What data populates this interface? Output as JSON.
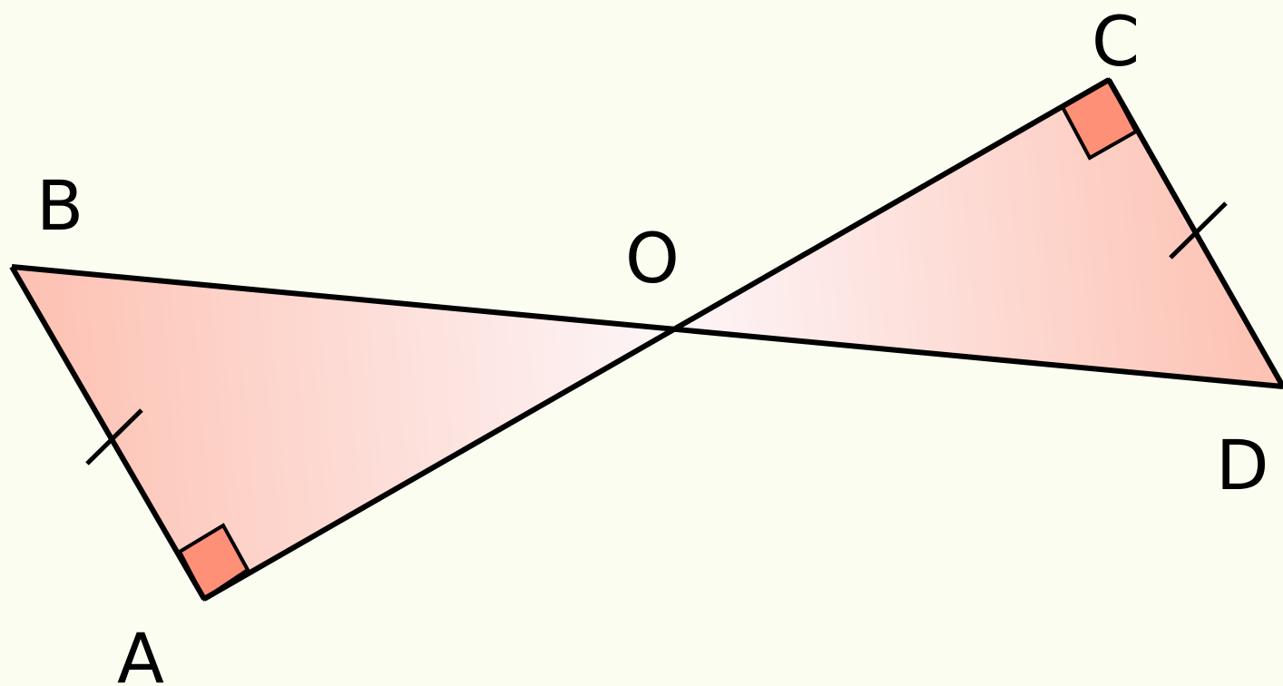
{
  "diagram": {
    "points": {
      "A": "A",
      "B": "B",
      "C": "C",
      "D": "D",
      "O": "O"
    },
    "colors": {
      "background": "#fbfdf1",
      "fill_outer": "#fdc1b2",
      "fill_inner": "#fdf6f8",
      "right_angle_marker": "#fe9078",
      "stroke": "#000000"
    }
  }
}
